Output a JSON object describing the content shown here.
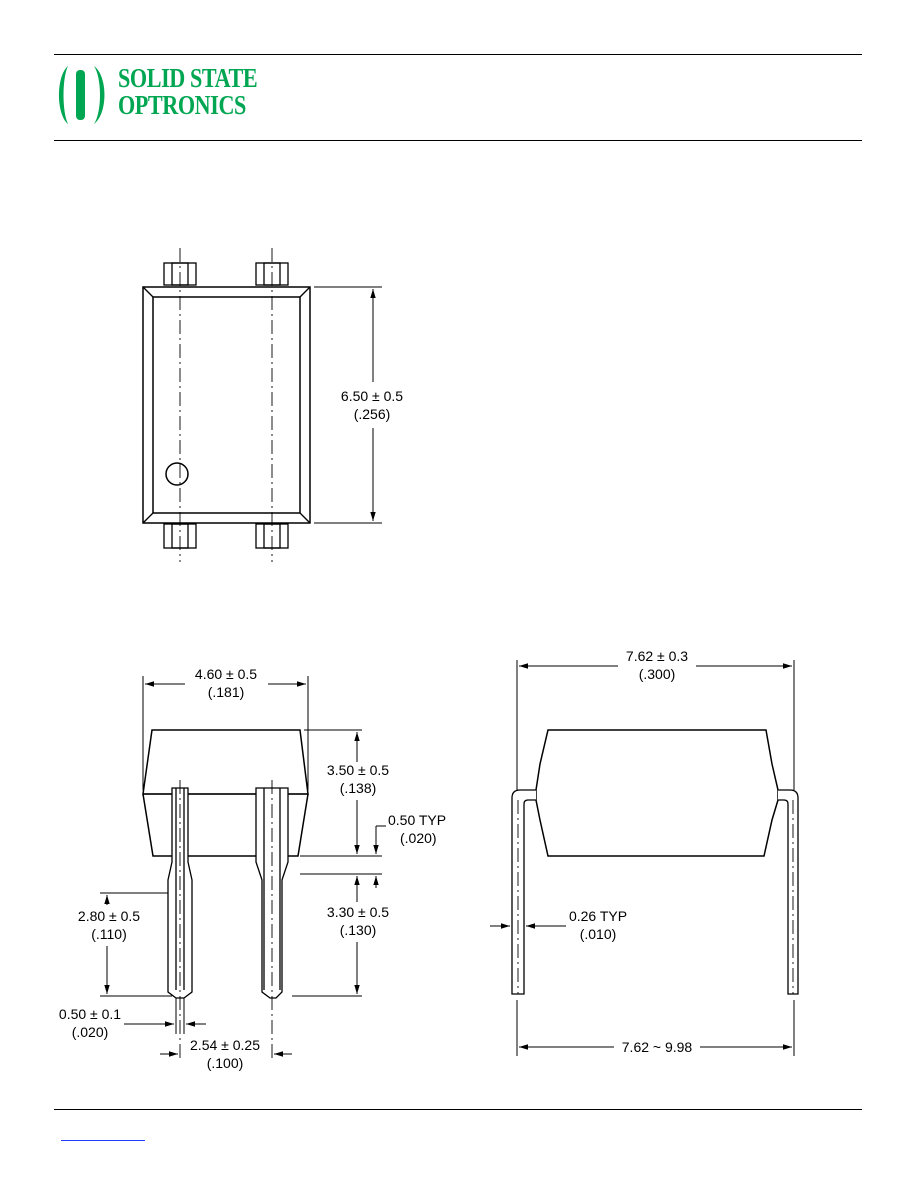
{
  "header": {
    "logo": {
      "line1": "SOLID STATE",
      "line2": "OPTRONICS",
      "color": "#00a651",
      "icon": "sso-logo-icon"
    }
  },
  "top_view": {
    "dim_height": {
      "value": "6.50 ± 0.5",
      "inch": "(.256)"
    }
  },
  "front_view": {
    "dim_width": {
      "value": "4.60 ± 0.5",
      "inch": "(.181)"
    },
    "dim_body_height": {
      "value": "3.50 ± 0.5",
      "inch": "(.138)"
    },
    "dim_standoff": {
      "value": "0.50 TYP",
      "inch": "(.020)"
    },
    "dim_lead_length": {
      "value": "3.30 ± 0.5",
      "inch": "(.130)"
    },
    "dim_lead_narrow": {
      "value": "2.80 ± 0.5",
      "inch": "(.110)"
    },
    "dim_lead_width": {
      "value": "0.50 ± 0.1",
      "inch": "(.020)"
    },
    "dim_pitch": {
      "value": "2.54 ± 0.25",
      "inch": "(.100)"
    }
  },
  "side_view": {
    "dim_row_spacing": {
      "value": "7.62 ± 0.3",
      "inch": "(.300)"
    },
    "dim_lead_thickness": {
      "value": "0.26 TYP",
      "inch": "(.010)"
    },
    "dim_lead_spread": {
      "value": "7.62 ~ 9.98"
    }
  },
  "footer": {
    "link_text": ""
  }
}
